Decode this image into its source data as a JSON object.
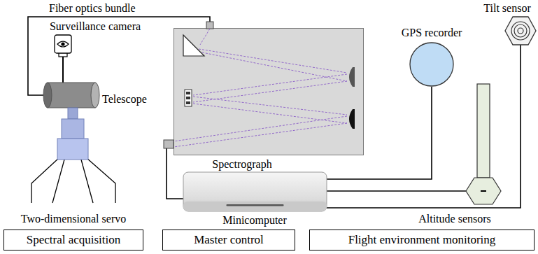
{
  "diagram": {
    "nodes": [
      {
        "text": [
          "Surveillance camera"
        ]
      },
      {
        "text": [
          "Telescope"
        ]
      },
      {
        "text": [
          "Two-dimensional servo"
        ]
      },
      {
        "text": [
          "Spectrograph"
        ]
      },
      {
        "text": [
          "GPS recorder"
        ]
      },
      {
        "text": [
          "Tilt sensor"
        ]
      },
      {
        "text": [
          "Altitude sensors"
        ]
      },
      {
        "text": [
          "Minicomputer"
        ]
      },
      {
        "text": [
          "Spectral acquisition"
        ]
      },
      {
        "text": [
          "Master control"
        ]
      },
      {
        "text": [
          "Flight environment monitoring"
        ]
      }
    ],
    "edges": [
      {
        "from": 1,
        "to": 3,
        "label": "Fiber optics bundle",
        "arrow": "none"
      },
      {
        "from": 3,
        "to": 7,
        "arrow": "none"
      },
      {
        "from": 7,
        "to": 4,
        "arrow": "none"
      },
      {
        "from": 7,
        "to": 6,
        "arrow": "none"
      },
      {
        "from": 7,
        "to": 5,
        "arrow": "none"
      }
    ]
  }
}
